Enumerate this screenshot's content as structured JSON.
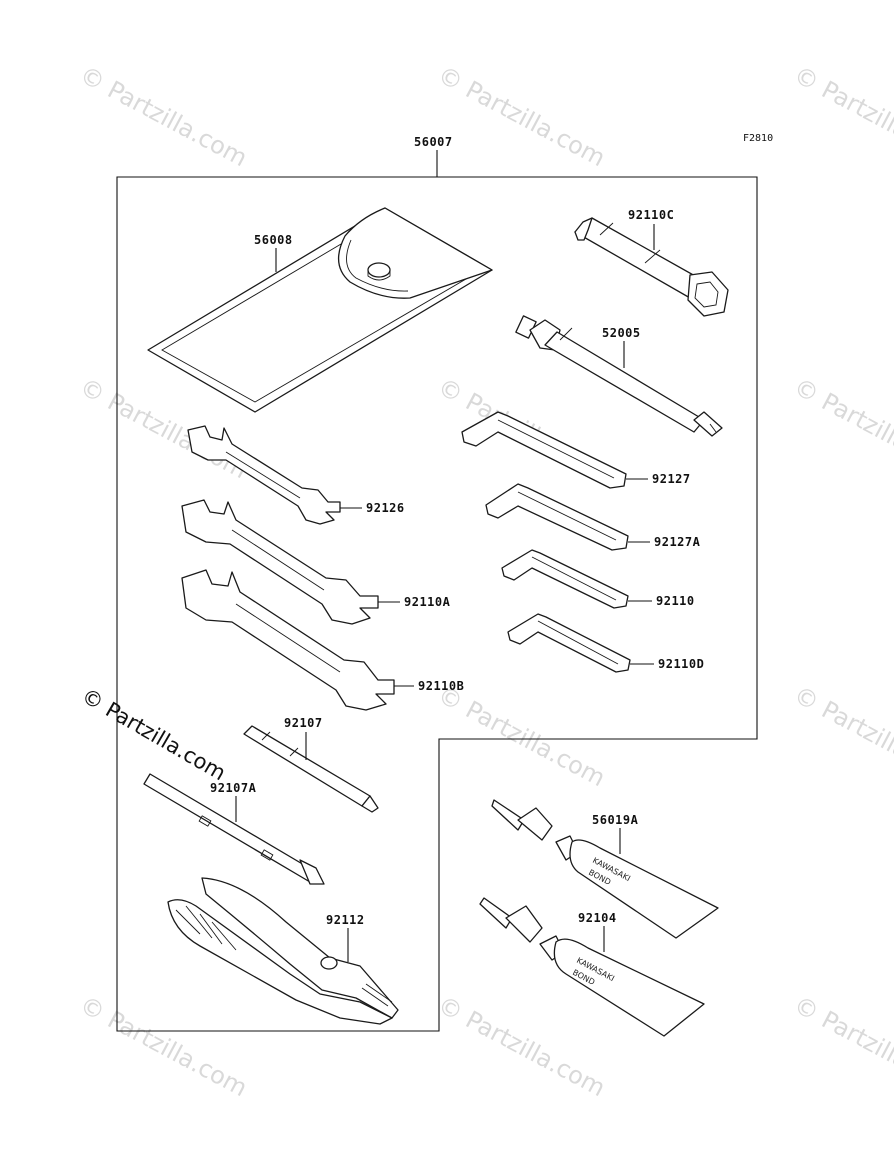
{
  "figure_code": "F2810",
  "assembly_label": "56007",
  "parts": {
    "tool_bag": "56008",
    "plug_wrench": "92110C",
    "screwdriver_handle": "52005",
    "hex_wrench_a": "92127",
    "hex_wrench_b": "92127A",
    "hex_wrench_c": "92110",
    "hex_wrench_d": "92110D",
    "open_wrench_small": "92126",
    "open_wrench_medium": "92110A",
    "open_wrench_large": "92110B",
    "screwdriver": "92107",
    "screwdriver_bit": "92107A",
    "pliers": "92112",
    "bond_tube_a": "56019A",
    "bond_tube_b": "92104"
  },
  "tube_print": {
    "line1": "KAWASAKI",
    "line2": "BOND"
  },
  "watermarks": {
    "light_text": "© Partzilla.com",
    "dark_text": "© Partzilla.com"
  },
  "colors": {
    "line": "#111111",
    "watermark": "#d9d9d9",
    "background": "#ffffff"
  }
}
